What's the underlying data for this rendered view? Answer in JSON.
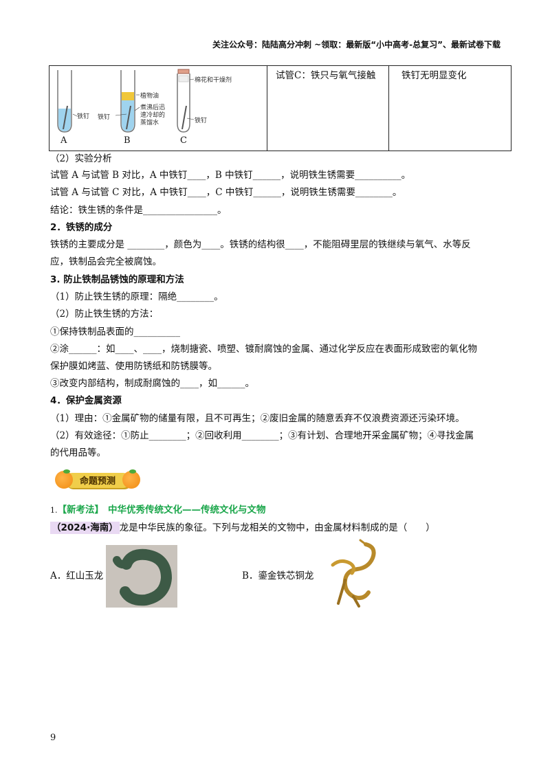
{
  "header": "关注公众号：陆陆高分冲刺 ~领取：最新版“小中高考-总复习”、最新试卷下载",
  "table": {
    "tubes": [
      {
        "letter": "A",
        "labels": [
          "铁钉"
        ]
      },
      {
        "letter": "B",
        "labels": [
          "植物油",
          "铁钉",
          "煮沸后迅",
          "速冷却的",
          "蒸馏水"
        ]
      },
      {
        "letter": "C",
        "labels": [
          "棉花和干燥剂",
          "铁钉"
        ]
      }
    ],
    "condition": "试管C：铁只与氧气接触",
    "phenomenon": "铁钉无明显变化"
  },
  "lines": [
    "（2）实验分析",
    "试管 A 与试管 B 对比，A 中铁钉____，B 中铁钉______，说明铁生锈需要__________。",
    "试管 A 与试管 C 对比，A 中铁钉____，C 中铁钉______，说明铁生锈需要________。",
    "结论：铁生锈的条件是________________。",
    "2．铁锈的成分",
    "铁锈的主要成分是 ________，颜色为____。铁锈的结构很____，不能阻碍里层的铁继续与氧气、水等反",
    "应，铁制品会完全被腐蚀。",
    "3. 防止铁制品锈蚀的原理和方法",
    "（1）防止铁生锈的原理：隔绝________。",
    "（2）防止铁生锈的方法：",
    "①保持铁制品表面的__________",
    "②涂______：如____、____，烧制搪瓷、喷塑、镀耐腐蚀的金属、通过化学反应在表面形成致密的氧化物",
    "保护膜如烤蓝、使用防锈纸和防锈膜等。",
    "③改变内部结构，制成耐腐蚀的____，如______。",
    "4．保护金属资源",
    "（1）理由：①金属矿物的储量有限，且不可再生；②废旧金属的随意丢弃不仅浪费资源还污染环境。",
    "（2）有效途径：①防止________；②回收利用________；③有计划、合理地开采金属矿物；④寻找金属",
    "的代用品等。"
  ],
  "badge": "命题预测",
  "question": {
    "number": "1.",
    "tag": "【新考法】",
    "topic": "中华优秀传统文化——传统文化与文物",
    "year": "（2024·海南）",
    "stem": "龙是中华民族的象征。下列与龙相关的文物中，由金属材料制成的是（　　）",
    "options": [
      {
        "label": "A．红山玉龙"
      },
      {
        "label": "B．鎏金铁芯铜龙"
      }
    ]
  },
  "page_number": "9"
}
